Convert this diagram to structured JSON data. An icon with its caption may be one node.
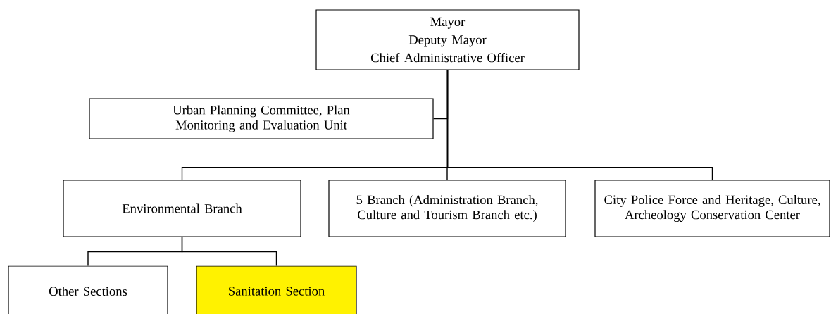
{
  "diagram": {
    "nodes": [
      {
        "text": [
          "Mayor",
          "Deputy Mayor",
          "Chief Administrative Officer"
        ]
      },
      {
        "text": [
          "Urban Planning Committee, Plan Monitoring and Evaluation Unit"
        ]
      },
      {
        "text": [
          "Environmental Branch"
        ]
      },
      {
        "text": [
          "5 Branch (Administration Branch, Culture and Tourism Branch etc.)"
        ]
      },
      {
        "text": [
          "City Police Force and Heritage, Culture, Archeology Conservation Center"
        ]
      },
      {
        "text": [
          "Other Sections"
        ]
      },
      {
        "text": [
          "Sanitation Section"
        ]
      }
    ],
    "edges": [
      {
        "from": 0,
        "to": 1,
        "arrow": "none"
      },
      {
        "from": 0,
        "to": 2,
        "arrow": "none"
      },
      {
        "from": 0,
        "to": 3,
        "arrow": "none"
      },
      {
        "from": 0,
        "to": 4,
        "arrow": "none"
      },
      {
        "from": 2,
        "to": 5,
        "arrow": "none"
      },
      {
        "from": 2,
        "to": 6,
        "arrow": "none"
      }
    ]
  }
}
